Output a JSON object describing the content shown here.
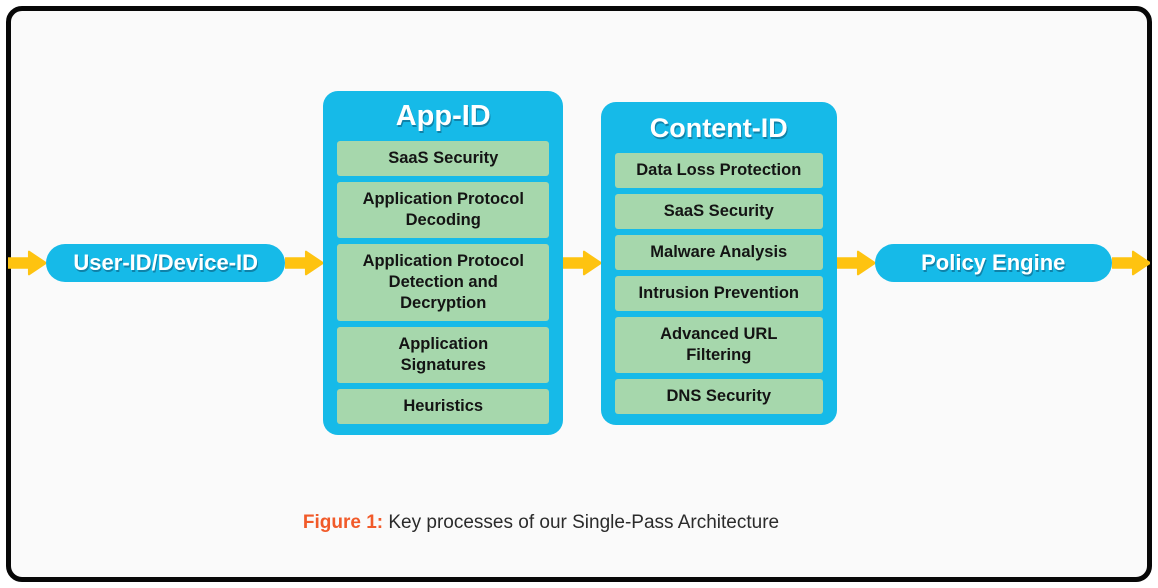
{
  "figure_caption": {
    "label": "Figure 1:",
    "text": " Key processes of our Single-Pass Architecture"
  },
  "diagram": {
    "nodes": {
      "start": "User-ID/Device-ID",
      "end": "Policy Engine"
    },
    "columns": [
      {
        "title": "App-ID",
        "items": [
          "SaaS Security",
          "Application Protocol\nDecoding",
          "Application Protocol\nDetection and\nDecryption",
          "Application\nSignatures",
          "Heuristics"
        ]
      },
      {
        "title": "Content-ID",
        "items": [
          "Data Loss Protection",
          "SaaS Security",
          "Malware Analysis",
          "Intrusion Prevention",
          "Advanced URL\nFiltering",
          "DNS Security"
        ]
      }
    ],
    "icons": {
      "connector": "arrow-right-icon"
    },
    "colors": {
      "node_fill": "#16BAE8",
      "item_fill": "#A6D7AC",
      "arrow": "#FEC310",
      "caption_accent": "#F15A29",
      "text_dark": "#141414",
      "text_light": "#FFFFFF",
      "frame_border": "#070707",
      "background": "#FAFAFA"
    }
  }
}
